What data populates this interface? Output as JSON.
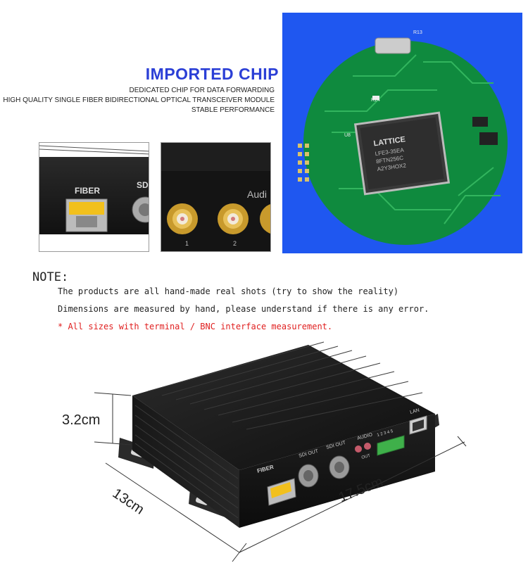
{
  "heading": {
    "title": "IMPORTED CHIP",
    "lines": [
      "DEDICATED CHIP FOR DATA FORWARDING",
      "HIGH QUALITY SINGLE FIBER BIDIRECTIONAL OPTICAL TRANSCEIVER MODULE",
      "STABLE PERFORMANCE"
    ],
    "title_color": "#2b3fd6"
  },
  "photos": {
    "fiber_label": "FIBER",
    "sdi_partial": "SD",
    "audio_partial": "Audi",
    "rca_numbers": [
      "1",
      "2"
    ],
    "chip_brand": "LATTICE",
    "chip_lines": [
      "LFE3-35EA",
      "8FTN256C",
      "A2Y3HOX2"
    ],
    "pcb_refs": [
      "R13",
      "R24",
      "U8"
    ]
  },
  "note": {
    "title": "NOTE:",
    "lines": [
      "The products are all hand-made real shots (try to show the reality)",
      "Dimensions are measured by hand, please understand if there is any error."
    ],
    "warning": "* All sizes with terminal / BNC interface measurement."
  },
  "device": {
    "labels": {
      "fiber": "FIBER",
      "sdi_out_1": "SDI OUT",
      "sdi_out_2": "SDI OUT",
      "audio": "AUDIO",
      "out": "OUT",
      "terminal_nums": "1 2 3 4 5",
      "lan": "LAN"
    },
    "dimensions": {
      "height": "3.2cm",
      "depth": "13cm",
      "width": "17.5cm"
    }
  }
}
